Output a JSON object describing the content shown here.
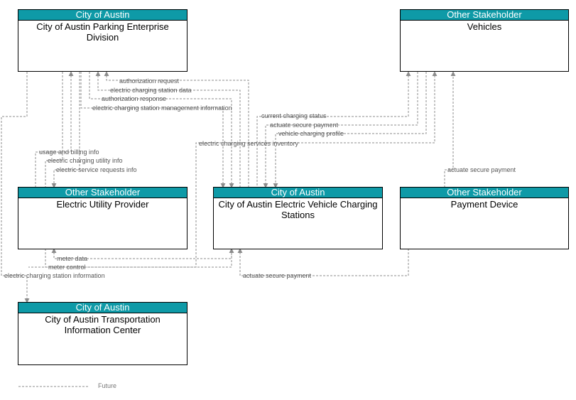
{
  "nodes": {
    "parking": {
      "category": "City of Austin",
      "name": "City of Austin Parking Enterprise Division"
    },
    "vehicles": {
      "category": "Other Stakeholder",
      "name": "Vehicles"
    },
    "utility": {
      "category": "Other Stakeholder",
      "name": "Electric Utility Provider"
    },
    "stations": {
      "category": "City of Austin",
      "name": "City of Austin Electric Vehicle Charging Stations"
    },
    "payment": {
      "category": "Other Stakeholder",
      "name": "Payment Device"
    },
    "tic": {
      "category": "City of Austin",
      "name": "City of Austin Transportation Information Center"
    }
  },
  "flows": {
    "authorization_request": "authorization request",
    "station_data": "electric charging station data",
    "authorization_response": "authorization response",
    "station_mgmt_info": "electric charging station management information",
    "current_status": "current charging status",
    "secure_payment_vehicle": "actuate secure payment",
    "charging_profile": "vehicle charging profile",
    "services_inventory": "electric charging services inventory",
    "usage_billing": "usage and billing info",
    "utility_info": "electric charging utility info",
    "service_requests": "electric service requests info",
    "secure_payment_device": "actuate secure payment",
    "meter_data": "meter data",
    "meter_control": "meter control",
    "station_information": "electric charging station information",
    "secure_payment_stations": "actuate secure payment"
  },
  "legend": {
    "future": "Future"
  },
  "colors": {
    "header": "#0e9aa7",
    "flow_line": "#8c8c8c"
  }
}
